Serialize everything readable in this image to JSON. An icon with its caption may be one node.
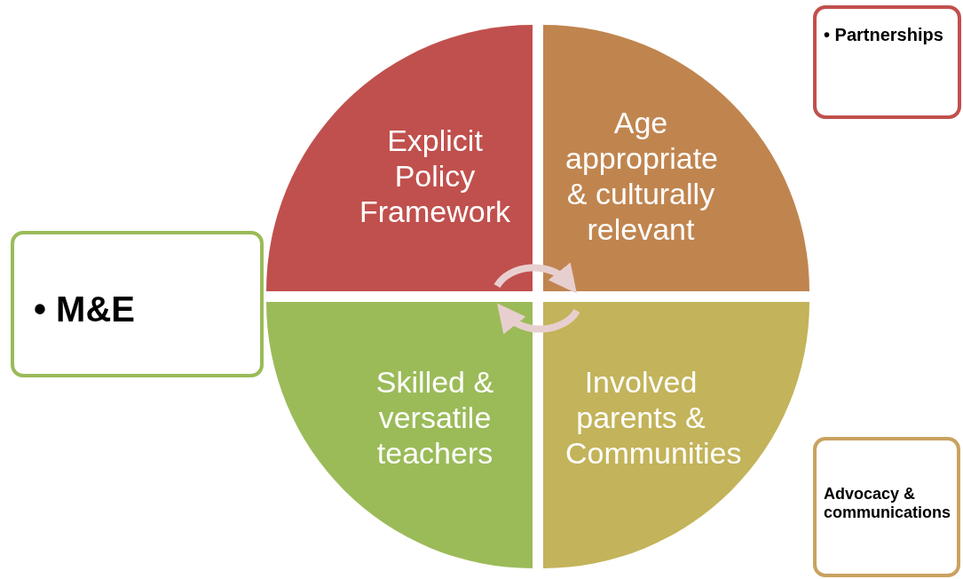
{
  "diagram": {
    "nodes": [
      {
        "text": [
          "• Partnerships"
        ]
      },
      {
        "text": [
          "• M&E"
        ]
      },
      {
        "text": [
          "Advocacy & communications"
        ]
      },
      {
        "text": [
          "Explicit Policy Framework"
        ]
      },
      {
        "text": [
          "Age appropriate & culturally relevant"
        ]
      },
      {
        "text": [
          "Skilled & versatile teachers"
        ]
      },
      {
        "text": [
          "Involved parents & Communities"
        ]
      }
    ],
    "edges": [
      {
        "from": 3,
        "to": 4,
        "arrow": "to"
      },
      {
        "from": 6,
        "to": 5,
        "arrow": "to"
      }
    ]
  }
}
